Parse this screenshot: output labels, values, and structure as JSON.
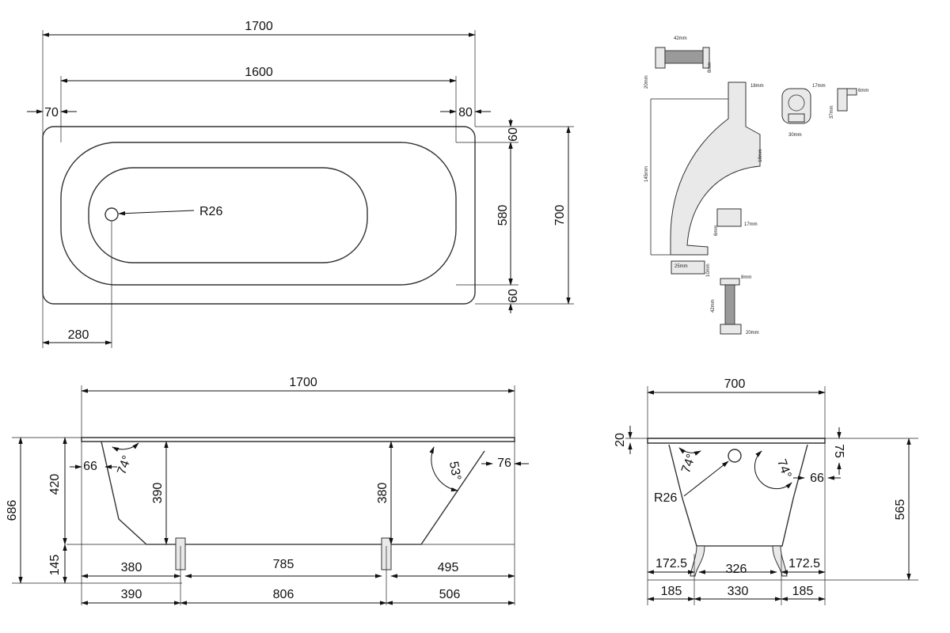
{
  "top_view": {
    "overall_length": "1700",
    "inner_length": "1600",
    "left_rim": "70",
    "right_rim": "80",
    "top_rim": "60",
    "bottom_rim": "60",
    "inner_width": "580",
    "overall_width": "700",
    "drain_offset": "280",
    "drain_radius": "R26"
  },
  "side_view": {
    "overall_length": "1700",
    "total_height": "686",
    "body_height": "420",
    "left_depth": "390",
    "right_depth": "380",
    "left_angle": "74°",
    "right_angle": "53°",
    "left_slope_offset": "66",
    "right_slope_offset": "76",
    "foot_height": "145",
    "top_row": [
      "380",
      "785",
      "495"
    ],
    "bottom_row": [
      "390",
      "806",
      "506"
    ]
  },
  "end_view": {
    "overall_width": "700",
    "rim_thickness": "20",
    "rim_offset": "75",
    "height": "565",
    "left_angle": "74°",
    "right_angle": "74°",
    "slope_offset": "66",
    "drain_radius": "R26",
    "top_row": [
      "172.5",
      "326",
      "172.5"
    ],
    "bottom_row": [
      "185",
      "330",
      "185"
    ]
  },
  "bracket_detail": {
    "labels": [
      "42mm",
      "8mm",
      "20mm",
      "18mm",
      "145mm",
      "18mm",
      "17mm",
      "6mm",
      "25mm",
      "10mm",
      "8mm",
      "42mm",
      "20mm",
      "17mm",
      "30mm",
      "6mm",
      "37mm"
    ]
  }
}
